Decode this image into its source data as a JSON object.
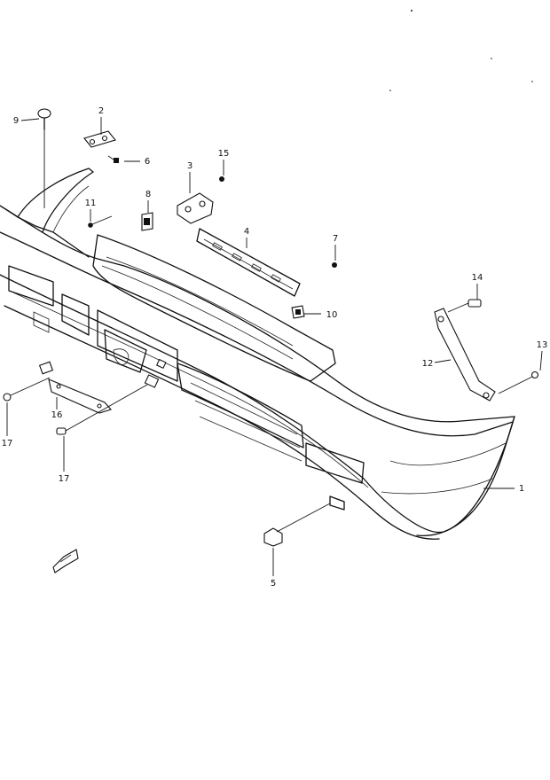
{
  "callouts": [
    {
      "id": "c1",
      "text": "1"
    },
    {
      "id": "c2",
      "text": "2"
    },
    {
      "id": "c3",
      "text": "3"
    },
    {
      "id": "c4",
      "text": "4"
    },
    {
      "id": "c5",
      "text": "5"
    },
    {
      "id": "c6",
      "text": "6"
    },
    {
      "id": "c7",
      "text": "7"
    },
    {
      "id": "c8",
      "text": "8"
    },
    {
      "id": "c9",
      "text": "9"
    },
    {
      "id": "c10",
      "text": "10"
    },
    {
      "id": "c11",
      "text": "11"
    },
    {
      "id": "c12",
      "text": "12"
    },
    {
      "id": "c13",
      "text": "13"
    },
    {
      "id": "c14",
      "text": "14"
    },
    {
      "id": "c15",
      "text": "15"
    },
    {
      "id": "c16",
      "text": "16"
    },
    {
      "id": "c17a",
      "text": "17"
    },
    {
      "id": "c17b",
      "text": "17"
    }
  ]
}
